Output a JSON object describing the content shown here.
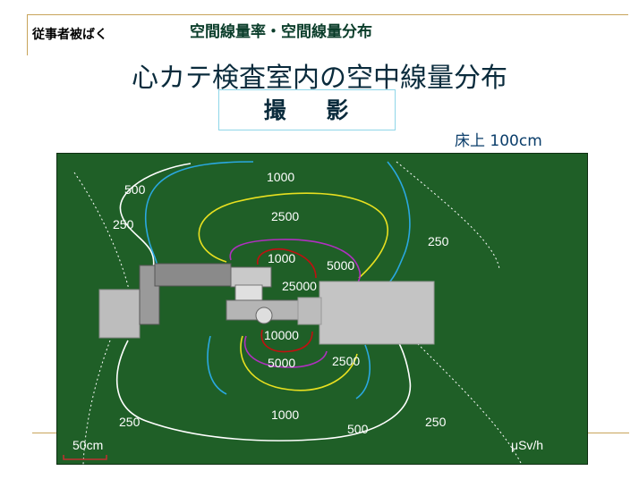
{
  "header": {
    "category": "従事者被ばく",
    "subtitle": "空間線量率・空間線量分布",
    "title": "心カテ検査室内の空中線量分布",
    "mode": "撮 影",
    "height": "床上 100cm"
  },
  "plot": {
    "background_color": "#1f5f27",
    "contour_labels": {
      "l500_tl": "500",
      "l250_tl": "250",
      "l1000_top": "1000",
      "l2500_top": "2500",
      "l250_right": "250",
      "l1000_in": "1000",
      "l5000_in": "5000",
      "l25000": "25000",
      "l10000": "10000",
      "l5000_bot": "5000",
      "l2500_bot": "2500",
      "l1000_bot": "1000",
      "l250_bl": "250",
      "l500_bot": "500",
      "l250_br": "250"
    },
    "scale_label": "50cm",
    "unit_label": "μSv/h"
  },
  "colors": {
    "c250": "#ffffff",
    "c500": "#2aa8e0",
    "c1000": "#ffffff",
    "c2500": "#e8e020",
    "c5000": "#b030c0",
    "c10000": "#c01010"
  }
}
